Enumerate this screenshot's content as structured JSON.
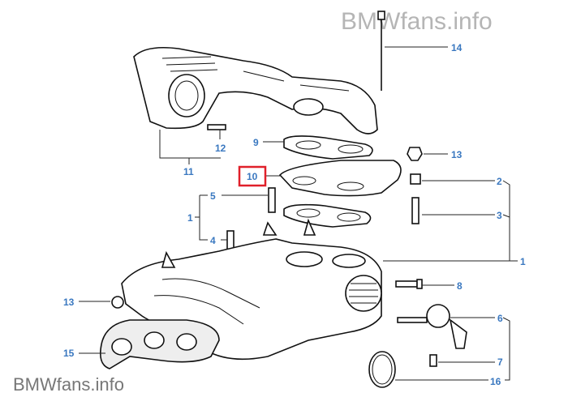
{
  "diagram": {
    "watermark_top": "BMWfans.info",
    "watermark_bottom": "BMWfans.info",
    "highlighted_part": "10",
    "highlight_color": "#e0202a",
    "label_color": "#3a78c0",
    "labels": {
      "p14": "14",
      "p13a": "13",
      "p2": "2",
      "p3": "3",
      "p1a": "1",
      "p8": "8",
      "p6": "6",
      "p7": "7",
      "p16": "16",
      "p15": "15",
      "p13b": "13",
      "p4": "4",
      "p5": "5",
      "p1b": "1",
      "p10": "10",
      "p9": "9",
      "p12": "12",
      "p11": "11"
    }
  }
}
